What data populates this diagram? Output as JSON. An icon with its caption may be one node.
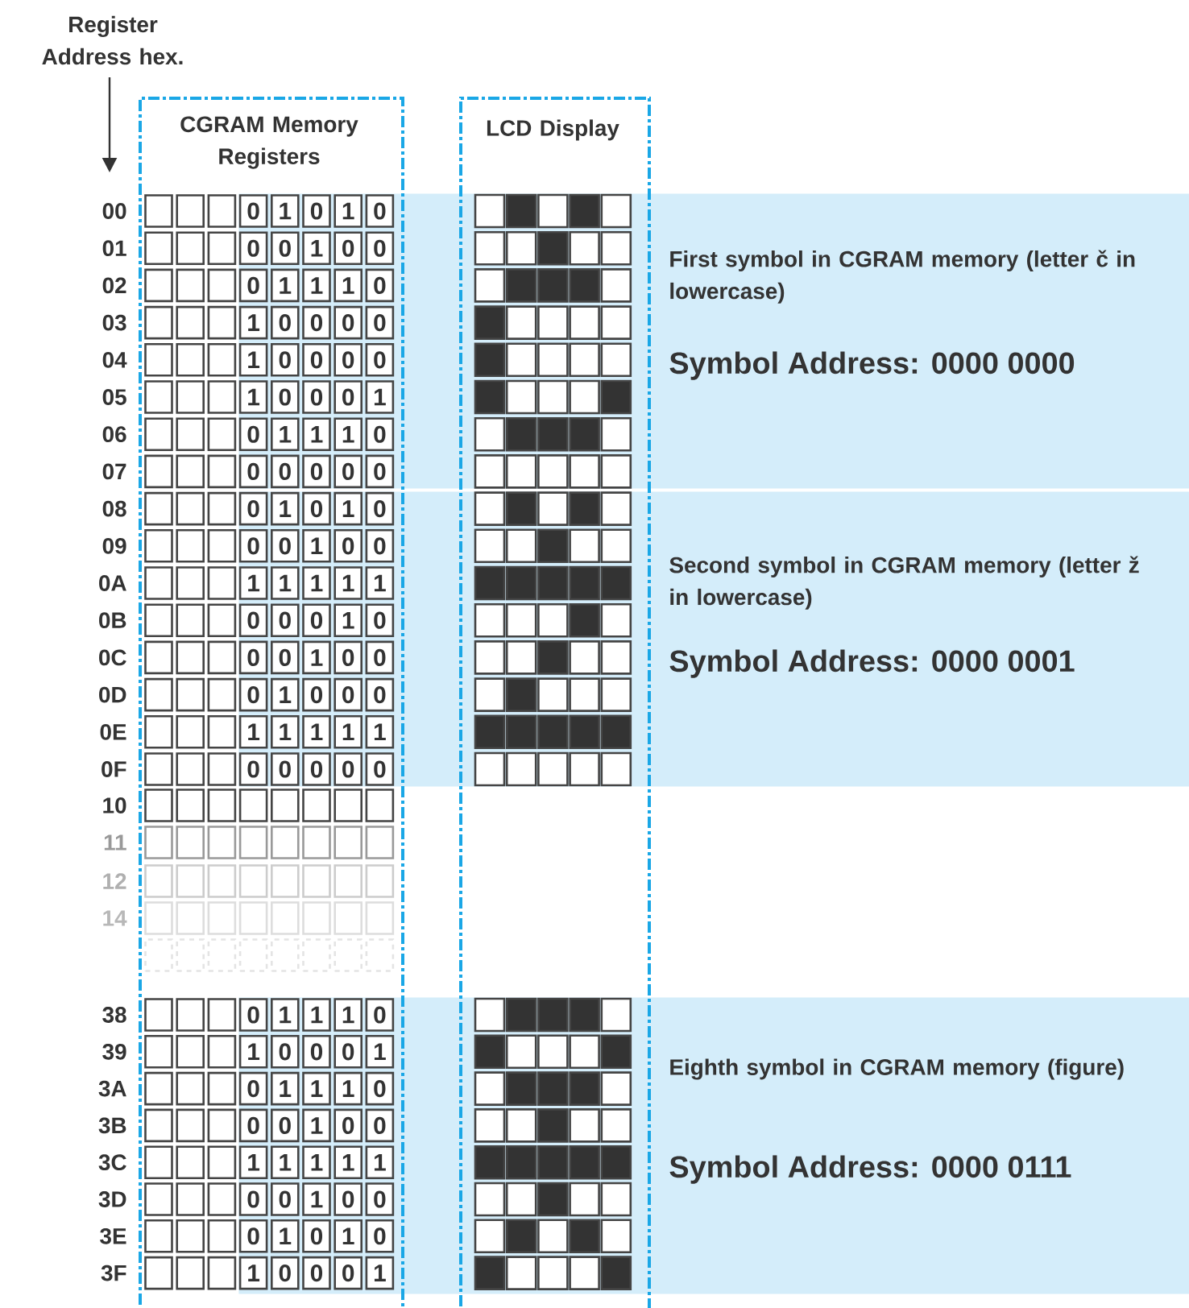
{
  "diagram": {
    "nodes": [
      {
        "text": [
          "CGRAM Memory Registers"
        ]
      },
      {
        "text": [
          "LCD Display"
        ]
      },
      {
        "text": [
          "First symbol in CGRAM memory (letter č in lowercase)",
          "Symbol Address: 0000 0000"
        ]
      },
      {
        "text": [
          "Second symbol in CGRAM memory (letter ž in lowercase)",
          "Symbol Address: 0000 0001"
        ]
      },
      {
        "text": [
          "Eighth symbol in CGRAM memory (figure)",
          "Symbol Address: 0000 0111"
        ]
      }
    ],
    "labels": [
      "Register Address hex.",
      "00",
      "0",
      "1",
      "0",
      "1",
      "0",
      "01",
      "0",
      "0",
      "1",
      "0",
      "0",
      "02",
      "0",
      "1",
      "1",
      "1",
      "0",
      "03",
      "1",
      "0",
      "0",
      "0",
      "0",
      "04",
      "1",
      "0",
      "0",
      "0",
      "0",
      "05",
      "1",
      "0",
      "0",
      "0",
      "1",
      "06",
      "0",
      "1",
      "1",
      "1",
      "0",
      "07",
      "0",
      "0",
      "0",
      "0",
      "0",
      "08",
      "0",
      "1",
      "0",
      "1",
      "0",
      "09",
      "0",
      "0",
      "1",
      "0",
      "0",
      "0A",
      "1",
      "1",
      "1",
      "1",
      "1",
      "0B",
      "0",
      "0",
      "0",
      "1",
      "0",
      "0C",
      "0",
      "0",
      "1",
      "0",
      "0",
      "0D",
      "0",
      "1",
      "0",
      "0",
      "0",
      "0E",
      "1",
      "1",
      "1",
      "1",
      "1",
      "0F",
      "0",
      "0",
      "0",
      "0",
      "0",
      "10",
      "11",
      "12",
      "14",
      "38",
      "0",
      "1",
      "1",
      "1",
      "0",
      "39",
      "1",
      "0",
      "0",
      "0",
      "1",
      "3A",
      "0",
      "1",
      "1",
      "1",
      "0",
      "3B",
      "0",
      "0",
      "1",
      "0",
      "0",
      "3C",
      "1",
      "1",
      "1",
      "1",
      "1",
      "3D",
      "0",
      "0",
      "1",
      "0",
      "0",
      "3E",
      "0",
      "1",
      "0",
      "1",
      "0",
      "3F",
      "1",
      "0",
      "0",
      "0",
      "1"
    ]
  }
}
